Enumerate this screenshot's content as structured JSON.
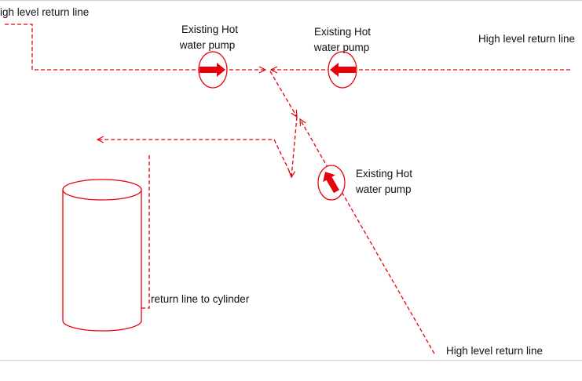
{
  "labels": {
    "top_left_return": "igh level return line",
    "pump_left": [
      "Existing Hot",
      "water pump"
    ],
    "pump_middle": [
      "Existing Hot",
      "water pump"
    ],
    "top_right_return": "High level return line",
    "pump_lower": [
      "Existing Hot",
      "water pump"
    ],
    "cylinder_return": "return line to cylinder",
    "bottom_return": "High level return line"
  },
  "colors": {
    "line": "#e8000b",
    "text": "#111111",
    "background": "#ffffff"
  }
}
